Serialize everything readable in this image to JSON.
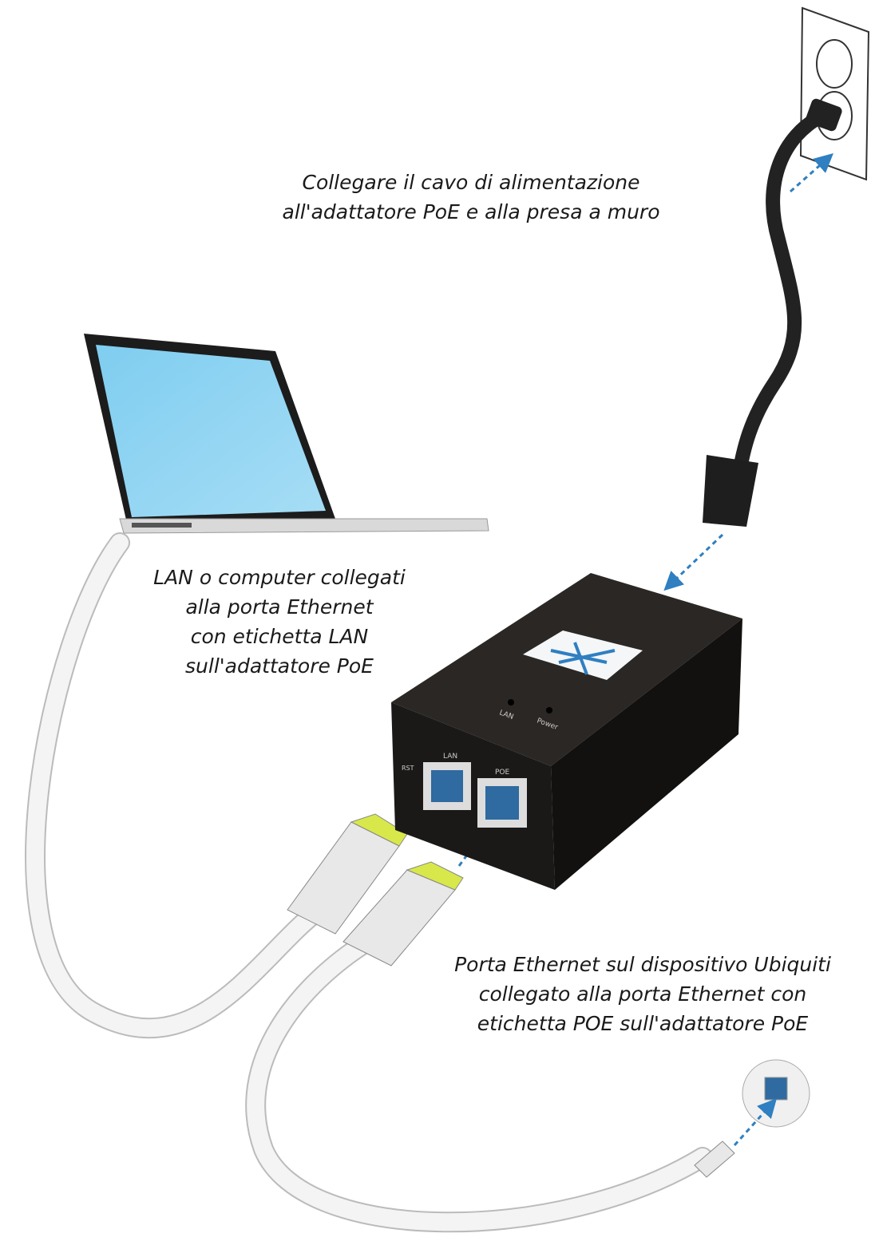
{
  "captions": {
    "power": [
      "Collegare il cavo di alimentazione",
      "all'adattatore PoE e alla presa a muro"
    ],
    "lan": [
      "LAN o computer collegati",
      "alla porta Ethernet",
      "con etichetta LAN",
      "sull'adattatore PoE"
    ],
    "poe": [
      "Porta Ethernet sul dispositivo Ubiquiti",
      "collegato alla porta Ethernet con",
      "etichetta POE sull'adattatore PoE"
    ]
  },
  "device_labels": {
    "led_lan": "LAN",
    "led_power": "Power",
    "reset": "RST",
    "port_lan": "LAN",
    "port_poe": "POE"
  },
  "colors": {
    "arrow": "#2f7fc1",
    "screen": "#8fd3f2",
    "adapter": "#1b1918",
    "cable": "#f2f2f2",
    "connector_tip": "#d8e84a"
  }
}
